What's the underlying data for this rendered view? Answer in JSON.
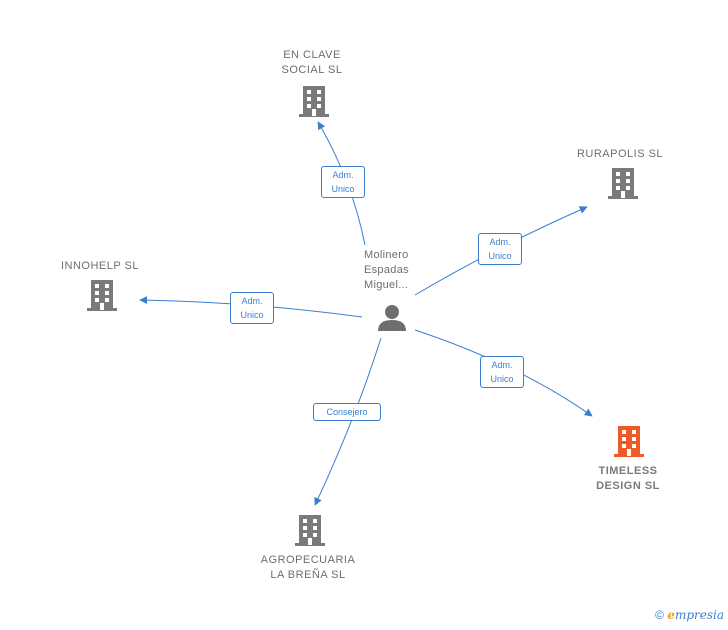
{
  "center": {
    "name": "Molinero\nEspadas\nMiguel..."
  },
  "companies": [
    {
      "id": "en-clave-social",
      "name": "EN CLAVE\nSOCIAL  SL",
      "highlight": false
    },
    {
      "id": "rurapolis",
      "name": "RURAPOLIS SL",
      "highlight": false
    },
    {
      "id": "innohelp",
      "name": "INNOHELP  SL",
      "highlight": false
    },
    {
      "id": "timeless-design",
      "name": "TIMELESS\nDESIGN  SL",
      "highlight": true
    },
    {
      "id": "agropecuaria",
      "name": "AGROPECUARIA\nLA BREÑA  SL",
      "highlight": false
    }
  ],
  "relations": [
    {
      "to": "en-clave-social",
      "label": "Adm.\nUnico"
    },
    {
      "to": "rurapolis",
      "label": "Adm.\nUnico"
    },
    {
      "to": "innohelp",
      "label": "Adm.\nUnico"
    },
    {
      "to": "timeless-design",
      "label": "Adm.\nUnico"
    },
    {
      "to": "agropecuaria",
      "label": "Consejero"
    }
  ],
  "colors": {
    "edge": "#3a7fd0",
    "building": "#7a7a7a",
    "building_highlight": "#f05a28",
    "person": "#6e6e6e"
  },
  "brand": {
    "copyright": "©",
    "e": "e",
    "rest": "mpresia"
  }
}
